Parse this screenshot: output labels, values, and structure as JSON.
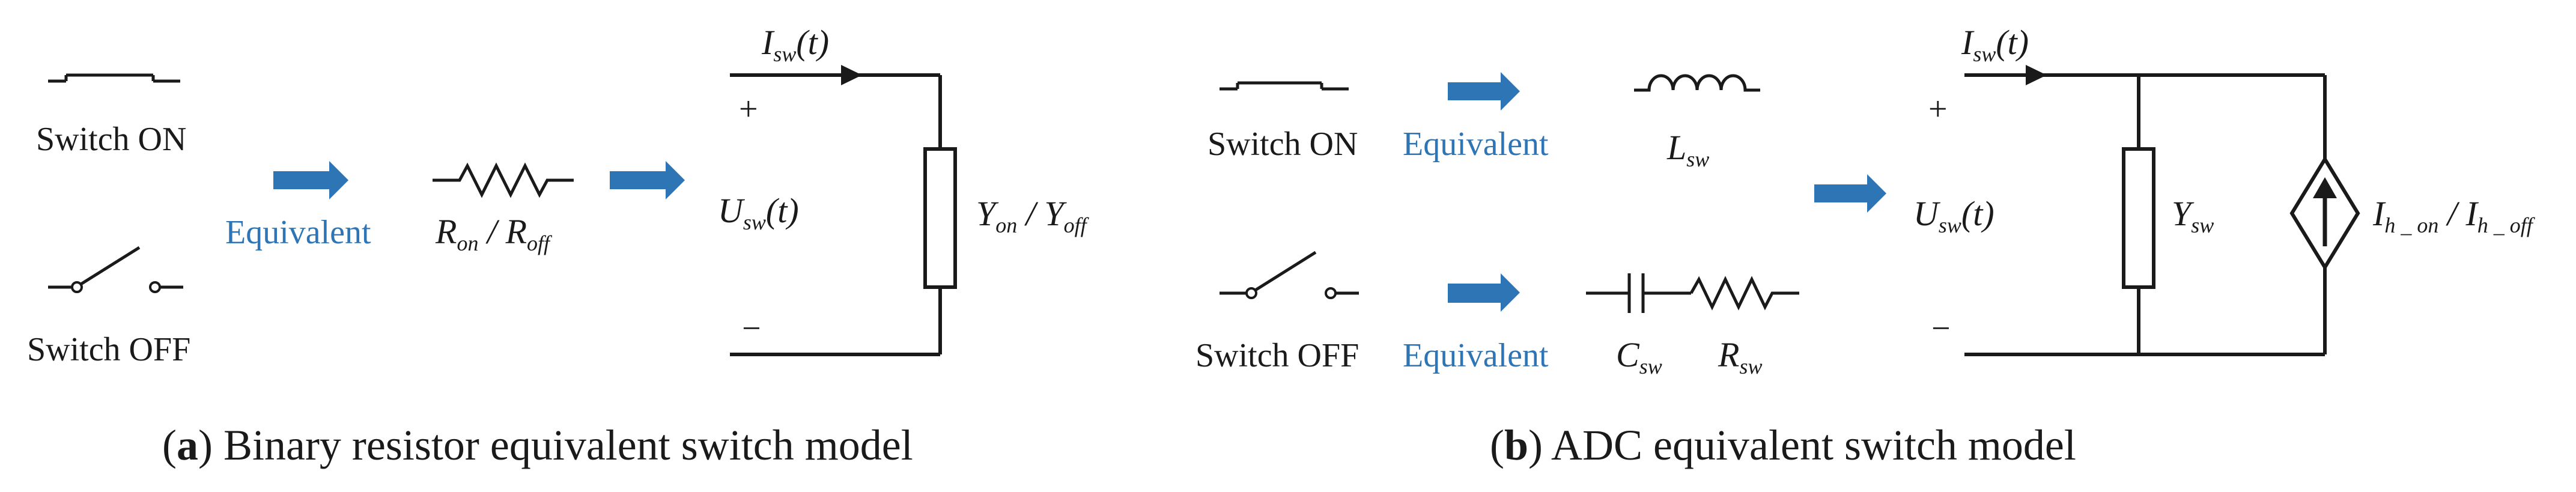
{
  "panel_a": {
    "switch_on_label": "Switch ON",
    "switch_off_label": "Switch OFF",
    "equivalent_label": "Equivalent",
    "resistor_label": {
      "r1": "R",
      "r1_sub": "on",
      "slash": " / ",
      "r2": "R",
      "r2_sub": "off"
    },
    "current_label": {
      "sym": "I",
      "sub": "sw",
      "arg": "(t)"
    },
    "voltage_label": {
      "sym": "U",
      "sub": "sw",
      "arg": "(t)"
    },
    "plus": "+",
    "minus": "−",
    "admittance_label": {
      "y1": "Y",
      "y1_sub": "on",
      "slash": " / ",
      "y2": "Y",
      "y2_sub": "off"
    },
    "caption": {
      "open": "(",
      "letter": "a",
      "close": ")",
      "text": " Binary resistor equivalent switch model"
    }
  },
  "panel_b": {
    "switch_on_label": "Switch ON",
    "switch_off_label": "Switch OFF",
    "equivalent_on_label": "Equivalent",
    "equivalent_off_label": "Equivalent",
    "inductor_label": {
      "sym": "L",
      "sub": "sw"
    },
    "capacitor_label": {
      "sym": "C",
      "sub": "sw"
    },
    "resistor_label": {
      "sym": "R",
      "sub": "sw"
    },
    "current_label": {
      "sym": "I",
      "sub": "sw",
      "arg": "(t)"
    },
    "voltage_label": {
      "sym": "U",
      "sub": "sw",
      "arg": "(t)"
    },
    "plus": "+",
    "minus": "−",
    "admittance_label": {
      "sym": "Y",
      "sub": "sw"
    },
    "source_label": {
      "i1": "I",
      "i1_sub": "h _ on",
      "slash": " / ",
      "i2": "I",
      "i2_sub": "h _ off"
    },
    "caption": {
      "open": "(",
      "letter": "b",
      "close": ")",
      "text": " ADC equivalent switch model"
    }
  },
  "colors": {
    "accent": "#2e75b6",
    "ink": "#1a1a1a"
  }
}
